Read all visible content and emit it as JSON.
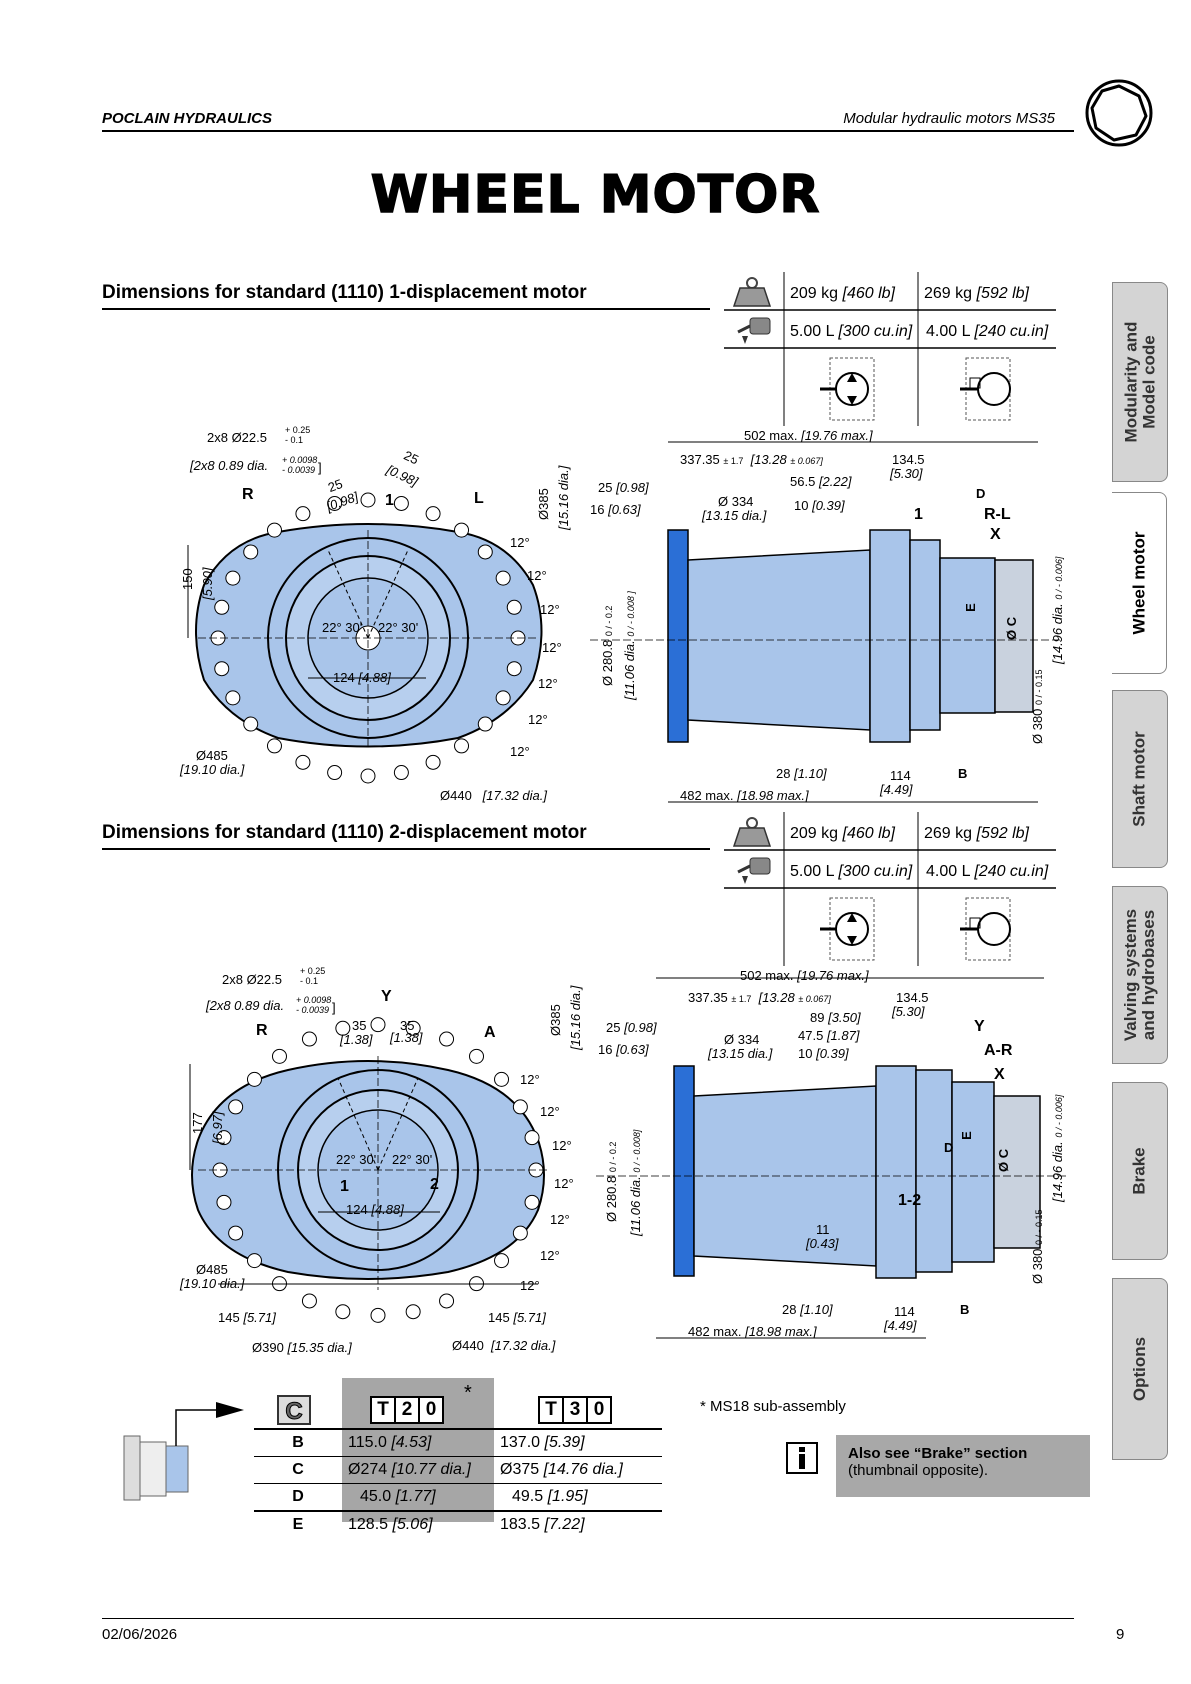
{
  "header": {
    "company": "POCLAIN HYDRAULICS",
    "product": "Modular hydraulic motors MS35"
  },
  "page_title": "WHEEL MOTOR",
  "sidebar_tabs": [
    {
      "label": "Modularity and\nModel code",
      "active": false
    },
    {
      "label": "Wheel motor",
      "active": true
    },
    {
      "label": "Shaft motor",
      "active": false
    },
    {
      "label": "Valving systems\nand hydrobases",
      "active": false
    },
    {
      "label": "Brake",
      "active": false
    },
    {
      "label": "Options",
      "active": false
    }
  ],
  "section1": {
    "title": "Dimensions for standard (1110) 1-displacement motor",
    "weight_a": "209 kg",
    "weight_a_imp": "[460 lb]",
    "weight_b": "269 kg",
    "weight_b_imp": "[592 lb]",
    "oil_a": "5.00 L",
    "oil_a_imp": "[300 cu.in]",
    "oil_b": "4.00 L",
    "oil_b_imp": "[240 cu.in]",
    "front_dims": {
      "bolt": "2x8 Ø22.5",
      "bolt_tol_p": "+ 0.25",
      "bolt_tol_m": "- 0.1",
      "bolt_imp": "[2x8  0.89 dia.",
      "bolt_imp_tol_p": "+ 0.0098",
      "bolt_imp_tol_m": "- 0.0039",
      "d25": "25",
      "d25_imp": "[0.98]",
      "d25b": "25",
      "d25b_imp": "[0.98]",
      "R": "R",
      "one": "1",
      "L": "L",
      "h150": "150",
      "h150_imp": "[5.90]",
      "ang1": "22° 30'",
      "ang2": "22° 30'",
      "d124": "124",
      "d124_imp": "[4.88]",
      "o485": "Ø485",
      "o485_imp": "[19.10 dia.]",
      "o440": "Ø440",
      "o440_imp": "[17.32 dia.]",
      "o385": "Ø385",
      "o385_imp": "[15.16 dia.]",
      "deg": "12°"
    },
    "side_dims": {
      "max502": "502 max.",
      "max502_imp": "[19.76 max.]",
      "d337": "337.35",
      "d337_tol": "± 1.7",
      "d337_imp": "[13.28",
      "d337_imp_tol": "± 0.067]",
      "d134": "134.5",
      "d134_imp": "[5.30]",
      "d56": "56.5",
      "d56_imp": "[2.22]",
      "d25": "25",
      "d25_imp": "[0.98]",
      "d16": "16",
      "d16_imp": "[0.63]",
      "o334": "Ø 334",
      "o334_imp": "[13.15 dia.]",
      "d10": "10",
      "d10_imp": "[0.39]",
      "D": "D",
      "RL": "R-L",
      "X": "X",
      "one": "1",
      "E": "E",
      "oC": "Ø C",
      "o280": "Ø 280.8",
      "o280_tol": "0 / - 0.2",
      "o280_imp": "[11.06 dia.",
      "o280_imp_tol": "0 / - 0.008 ]",
      "o380": "Ø 380",
      "o380_tol": "0 / - 0.15",
      "o380_imp": "[14.96 dia.",
      "o380_imp_tol": "0 / - 0.006]",
      "d28": "28",
      "d28_imp": "[1.10]",
      "d114": "114",
      "d114_imp": "[4.49]",
      "B": "B",
      "max482": "482 max.",
      "max482_imp": "[18.98 max.]"
    }
  },
  "section2": {
    "title": "Dimensions for standard (1110) 2-displacement motor",
    "weight_a": "209 kg",
    "weight_a_imp": "[460 lb]",
    "weight_b": "269 kg",
    "weight_b_imp": "[592 lb]",
    "oil_a": "5.00 L",
    "oil_a_imp": "[300 cu.in]",
    "oil_b": "4.00 L",
    "oil_b_imp": "[240 cu.in]",
    "front_dims": {
      "bolt": "2x8 Ø22.5",
      "bolt_tol_p": "+ 0.25",
      "bolt_tol_m": "- 0.1",
      "bolt_imp": "[2x8  0.89 dia.",
      "bolt_imp_tol_p": "+ 0.0098",
      "bolt_imp_tol_m": "- 0.0039",
      "Y": "Y",
      "R": "R",
      "A": "A",
      "d35": "35",
      "d35_imp": "[1.38]",
      "d35b": "35",
      "d35b_imp": "[1.38]",
      "h177": "177",
      "h177_imp": "[6.97]",
      "ang1": "22° 30'",
      "ang2": "22° 30'",
      "one": "1",
      "two": "2",
      "d124": "124",
      "d124_imp": "[4.88]",
      "o485": "Ø485",
      "o485_imp": "[19.10 dia.]",
      "d145a": "145",
      "d145a_imp": "[5.71]",
      "d145b": "145",
      "d145b_imp": "[5.71]",
      "o390": "Ø390",
      "o390_imp": "[15.35 dia.]",
      "o440": "Ø440",
      "o440_imp": "[17.32 dia.]",
      "o385": "Ø385",
      "o385_imp": "[15.16 dia.]",
      "deg": "12°"
    },
    "side_dims": {
      "max502": "502 max.",
      "max502_imp": "[19.76 max.]",
      "d337": "337.35",
      "d337_tol": "± 1.7",
      "d337_imp": "[13.28",
      "d337_imp_tol": "± 0.067]",
      "d134": "134.5",
      "d134_imp": "[5.30]",
      "d89": "89",
      "d89_imp": "[3.50]",
      "d47": "47.5",
      "d47_imp": "[1.87]",
      "d25": "25",
      "d25_imp": "[0.98]",
      "d16": "16",
      "d16_imp": "[0.63]",
      "o334": "Ø 334",
      "o334_imp": "[13.15 dia.]",
      "d10": "10",
      "d10_imp": "[0.39]",
      "Y": "Y",
      "AR": "A-R",
      "X": "X",
      "D": "D",
      "E": "E",
      "oC": "Ø C",
      "onetwo": "1-2",
      "d11": "11",
      "d11_imp": "[0.43]",
      "o280": "Ø 280.8",
      "o280_tol": "0 / - 0.2",
      "o280_imp": "[11.06 dia.",
      "o280_imp_tol": "0 / - 0.008]",
      "o380": "Ø 380",
      "o380_tol": "0 / - 0.15",
      "o380_imp": "[14.96 dia.",
      "o380_imp_tol": "0 / - 0.006]",
      "d28": "28",
      "d28_imp": "[1.10]",
      "d114": "114",
      "d114_imp": "[4.49]",
      "B": "B",
      "max482": "482 max.",
      "max482_imp": "[18.98 max.]"
    }
  },
  "dimension_table": {
    "code_t20": [
      "T",
      "2",
      "0"
    ],
    "code_t30": [
      "T",
      "3",
      "0"
    ],
    "asterisk": "*",
    "rows": [
      {
        "label": "B",
        "t20": "115.0",
        "t20_imp": "[4.53]",
        "t30": "137.0",
        "t30_imp": "[5.39]"
      },
      {
        "label": "C",
        "t20": "Ø274",
        "t20_imp": "[10.77 dia.]",
        "t30": "Ø375",
        "t30_imp": "[14.76 dia.]"
      },
      {
        "label": "D",
        "t20": "45.0",
        "t20_imp": "[1.77]",
        "t30": "49.5",
        "t30_imp": "[1.95]"
      },
      {
        "label": "E",
        "t20": "128.5",
        "t20_imp": "[5.06]",
        "t30": "183.5",
        "t30_imp": "[7.22]"
      }
    ]
  },
  "footnote": "* MS18 sub-assembly",
  "note": {
    "bold": "Also see “Brake” section",
    "text": "(thumbnail opposite)."
  },
  "footer": {
    "date": "02/06/2026",
    "page": "9"
  },
  "colors": {
    "motor_blue": "#a9c5ea",
    "flange_blue": "#2b6fd6",
    "tab_gray": "#d4d4d4",
    "note_gray": "#a8a8a8",
    "table_gray": "#a6a6a6"
  }
}
